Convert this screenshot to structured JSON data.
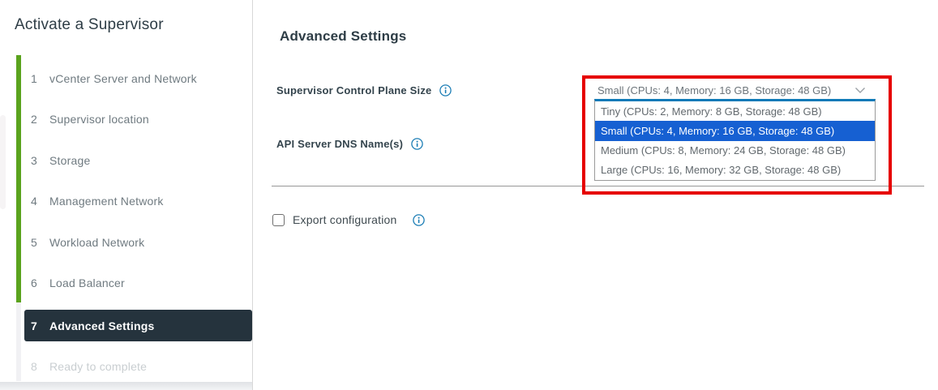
{
  "wizard": {
    "title": "Activate a Supervisor",
    "steps": [
      {
        "number": "1",
        "label": "vCenter Server and Network",
        "state": "done"
      },
      {
        "number": "2",
        "label": "Supervisor location",
        "state": "done"
      },
      {
        "number": "3",
        "label": "Storage",
        "state": "done"
      },
      {
        "number": "4",
        "label": "Management Network",
        "state": "done"
      },
      {
        "number": "5",
        "label": "Workload Network",
        "state": "done"
      },
      {
        "number": "6",
        "label": "Load Balancer",
        "state": "done"
      },
      {
        "number": "7",
        "label": "Advanced Settings",
        "state": "active"
      },
      {
        "number": "8",
        "label": "Ready to complete",
        "state": "disabled"
      }
    ]
  },
  "content": {
    "heading": "Advanced Settings",
    "fields": [
      {
        "label": "Supervisor Control Plane Size"
      },
      {
        "label": "API Server DNS Name(s)"
      }
    ],
    "dropdown": {
      "value": "Small (CPUs: 4, Memory: 16 GB, Storage: 48 GB)",
      "options": [
        {
          "label": "Tiny (CPUs: 2, Memory: 8 GB, Storage: 48 GB)",
          "selected": false
        },
        {
          "label": "Small (CPUs: 4, Memory: 16 GB, Storage: 48 GB)",
          "selected": true
        },
        {
          "label": "Medium (CPUs: 8, Memory: 24 GB, Storage: 48 GB)",
          "selected": false
        },
        {
          "label": "Large (CPUs: 16, Memory: 32 GB, Storage: 48 GB)",
          "selected": false
        }
      ]
    },
    "checkbox": {
      "label": "Export configuration",
      "checked": false
    }
  },
  "icons": {
    "info": "circled-i",
    "chevron_down": "v"
  },
  "colors": {
    "accent_blue": "#0e7ab8",
    "selection_blue": "#1660d2",
    "progress_green": "#5aa31d",
    "active_step_bg": "#25333d",
    "annotation_red": "#e60000",
    "step_text": "#6f7a80"
  }
}
